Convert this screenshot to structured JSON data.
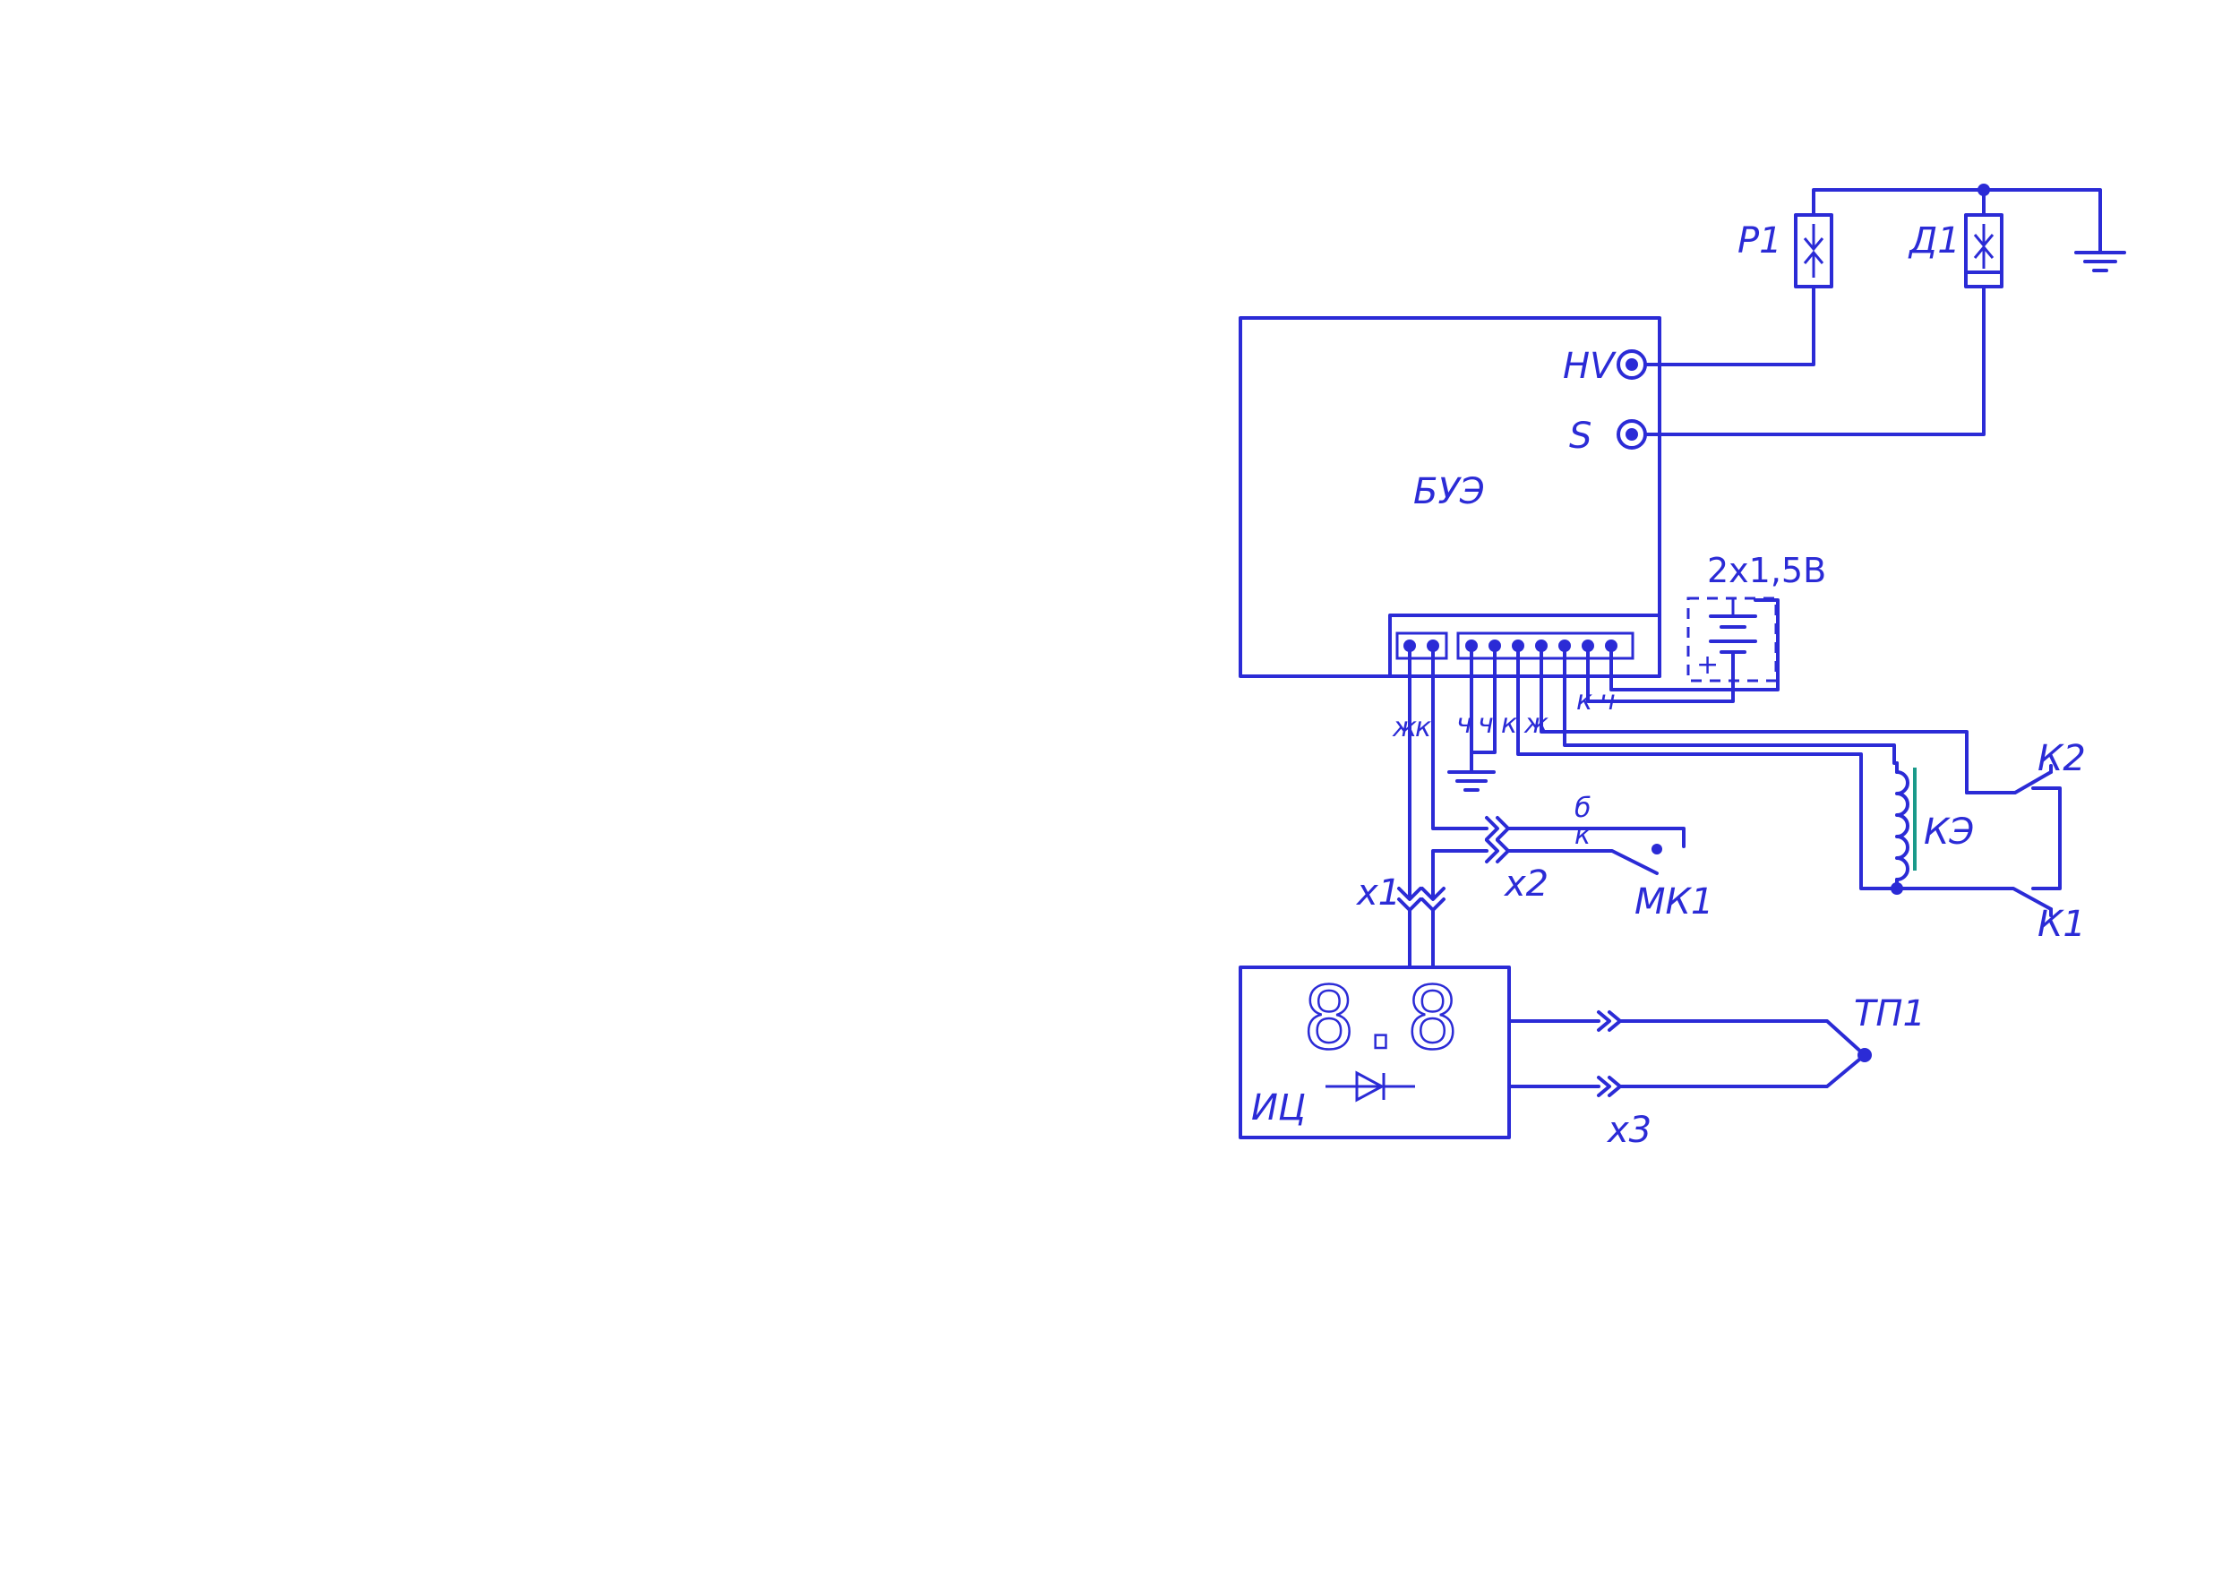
{
  "components": {
    "control_unit": "БУЭ",
    "indicator": "ИЦ",
    "display_value": "8.8",
    "resistor": "Р1",
    "sensor": "Д1",
    "terminal_hv": "HV",
    "terminal_s": "S",
    "battery": "2x1,5В",
    "coil": "КЭ",
    "contact_k2": "К2",
    "contact_k1": "К1",
    "microswitch": "МК1",
    "thermocouple": "ТП1"
  },
  "connectors": {
    "x1": "x1",
    "x2": "x2",
    "x3": "x3"
  },
  "wire_codes": {
    "zh1": "ж",
    "k1": "к",
    "ch1": "ч",
    "ch2": "ч",
    "k2": "к",
    "zh2": "ж",
    "k_bat": "к",
    "ch_bat": "ч",
    "b_mk": "б",
    "k_mk": "к"
  },
  "colors": {
    "line": "#2b2bd6",
    "coil_core": "#1a9a8a",
    "background": "#ffffff"
  }
}
